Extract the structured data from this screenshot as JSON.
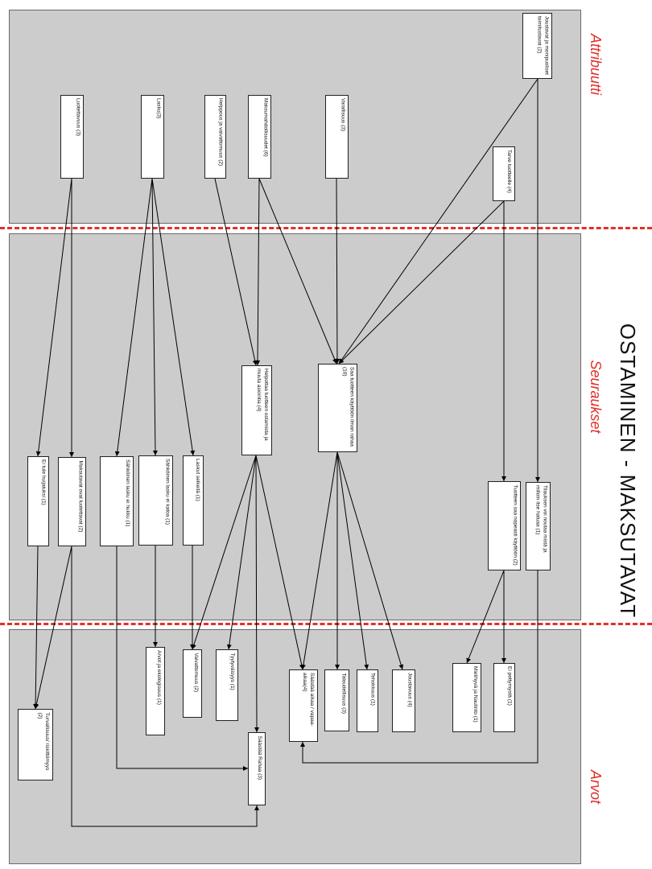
{
  "title": "OSTAMINEN - MAKSUTAVAT",
  "sections": {
    "attributes": "Attribuutti",
    "consequences": "Seuraukset",
    "values": "Arvot"
  },
  "nodes": {
    "a_joustavat": "Joustavat ja monipuoliset toimitustavat (2)",
    "a_luotettavuus": "Luotettavuus (3)",
    "a_laskut": "Lasku(3)",
    "a_helppous": "Helppous ja vaivattomuus (2)",
    "a_maksumahdollisuudet": "Maksumahdollisuudet (6)",
    "a_varallisuus": "Varallisuus (3)",
    "a_tarve": "Tarve tuotteelle (4)",
    "s_helpottaa": "Helpottaa tuotteen ostamista ja muuta asiointia (4)",
    "s_saa_tuotteen": "Saa tuotteen käyttöön ilman rahaa (10)",
    "s_ei_tule": "Ei tule huijatuksi (1)",
    "s_maksutavat": "Maksutavat ovat luotettavat (2)",
    "s_sahkoinen_lasku": "Sähköinen lasku ei hukku (1)",
    "s_sahkoinen_laskut": "Sähköinen lasku ei katoa (1)",
    "s_laskut_selkeita": "Laskut selkeitä (1)",
    "s_tuotteen_nopeasti": "Tuotteen saa nopeasti käyttöön (2)",
    "s_tilauksen": "Tilauksen voi noutaa mistä ja milloin itse haluaa (1)",
    "v_turvallisuus": "Turvallisuus/ riskittömyys (2)",
    "v_arvot": "Arvot ja ekologisuus (1)",
    "v_vaivattomuus": "Vaivattomuus (2)",
    "v_tyytyvaisyys": "Tyytyväisyys (1)",
    "v_saastaa_rahaa": "Säästää Rahaa (3)",
    "v_saastaa_aikaa": "Säästää aikaa / vapaa-aikaa(4)",
    "v_taloudellisuus": "Taloudellisuus (3)",
    "v_tehokkuus": "Tehokkuus (1)",
    "v_joustavuus": "Joustavuus (4)",
    "v_mielihyva": "Mielihyvä ja Nautinto (1)",
    "v_ei_pettymysta": "Ei pettymystä (1)"
  }
}
